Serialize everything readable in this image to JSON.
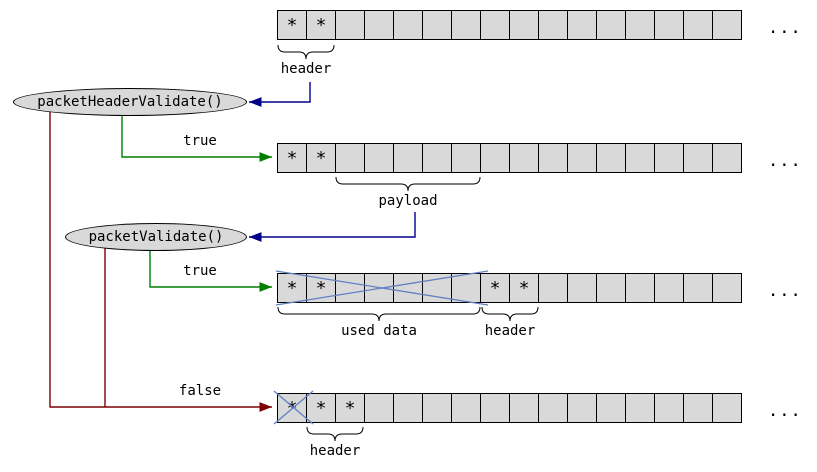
{
  "diagram": {
    "asterisk": "*",
    "ellipsis": "...",
    "rows": [
      {
        "name": "buffer-row-1",
        "cell_count": 16,
        "asterisk_cells": [
          0,
          1
        ]
      },
      {
        "name": "buffer-row-2",
        "cell_count": 16,
        "asterisk_cells": [
          0,
          1
        ]
      },
      {
        "name": "buffer-row-3",
        "cell_count": 16,
        "asterisk_cells": [
          0,
          1,
          7,
          8
        ]
      },
      {
        "name": "buffer-row-4",
        "cell_count": 16,
        "asterisk_cells": [
          0,
          1,
          2
        ]
      }
    ],
    "nodes": {
      "packet_header_validate": "packetHeaderValidate()",
      "packet_validate": "packetValidate()"
    },
    "edge_labels": {
      "true_header": "true",
      "true_packet": "true",
      "false_both": "false"
    },
    "annotations": {
      "header_row1": "header",
      "payload_row2": "payload",
      "used_data_row3": "used data",
      "header_row3": "header",
      "header_row4": "header"
    },
    "colors": {
      "cell_fill": "#d9d9d9",
      "true_edge": "#007f00",
      "false_edge": "#7f0000",
      "callback_edge": "#00008b",
      "cross_out": "#6080c0"
    }
  }
}
